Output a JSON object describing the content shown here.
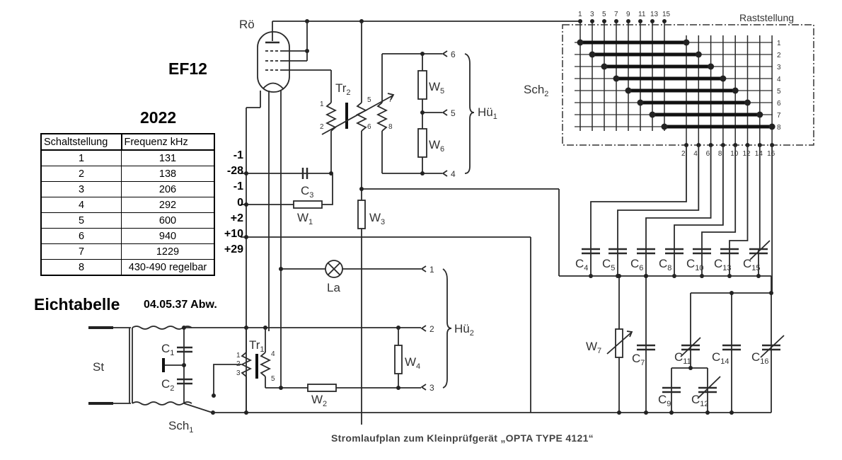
{
  "overlay": {
    "tube_type": "EF12",
    "year": "2022",
    "table_title": "Eichtabelle",
    "table_subtitle": "04.05.37 Abw."
  },
  "calibration_table": {
    "headers": [
      "Schaltstellung",
      "Frequenz kHz"
    ],
    "rows": [
      {
        "position": "1",
        "frequency": "131",
        "deviation": "-1"
      },
      {
        "position": "2",
        "frequency": "138",
        "deviation": "-28"
      },
      {
        "position": "3",
        "frequency": "206",
        "deviation": "-1"
      },
      {
        "position": "4",
        "frequency": "292",
        "deviation": "0"
      },
      {
        "position": "5",
        "frequency": "600",
        "deviation": "+2"
      },
      {
        "position": "6",
        "frequency": "940",
        "deviation": "+10"
      },
      {
        "position": "7",
        "frequency": "1229",
        "deviation": "+29"
      },
      {
        "position": "8",
        "frequency": "430-490 regelbar",
        "deviation": ""
      }
    ]
  },
  "schematic": {
    "caption": "Stromlaufplan zum Kleinprüfgerät „OPTA TYPE 4121“",
    "tube_label": "Rö",
    "switch_matrix": {
      "label": "Sch",
      "label_sub": "2",
      "title": "Raststellung",
      "top_pins": [
        "1",
        "3",
        "5",
        "7",
        "9",
        "11",
        "13",
        "15"
      ],
      "bottom_pins": [
        "2",
        "4",
        "6",
        "8",
        "10",
        "12",
        "14",
        "16"
      ],
      "row_numbers": [
        "1",
        "2",
        "3",
        "4",
        "5",
        "6",
        "7",
        "8"
      ]
    },
    "transformers": [
      {
        "label": "Tr",
        "sub": "2",
        "pins": [
          "1",
          "2",
          "5",
          "6",
          "7",
          "8"
        ]
      },
      {
        "label": "Tr",
        "sub": "1",
        "pins": [
          "1",
          "2",
          "3",
          "4",
          "5"
        ]
      }
    ],
    "resistors": [
      {
        "label": "W",
        "sub": "1"
      },
      {
        "label": "W",
        "sub": "2"
      },
      {
        "label": "W",
        "sub": "3"
      },
      {
        "label": "W",
        "sub": "4"
      },
      {
        "label": "W",
        "sub": "5"
      },
      {
        "label": "W",
        "sub": "6"
      },
      {
        "label": "W",
        "sub": "7"
      }
    ],
    "capacitors": [
      {
        "label": "C",
        "sub": "1"
      },
      {
        "label": "C",
        "sub": "2"
      },
      {
        "label": "C",
        "sub": "3"
      },
      {
        "label": "C",
        "sub": "4"
      },
      {
        "label": "C",
        "sub": "5"
      },
      {
        "label": "C",
        "sub": "6"
      },
      {
        "label": "C",
        "sub": "7"
      },
      {
        "label": "C",
        "sub": "8"
      },
      {
        "label": "C",
        "sub": "9"
      },
      {
        "label": "C",
        "sub": "10"
      },
      {
        "label": "C",
        "sub": "11"
      },
      {
        "label": "C",
        "sub": "12"
      },
      {
        "label": "C",
        "sub": "13"
      },
      {
        "label": "C",
        "sub": "14"
      },
      {
        "label": "C",
        "sub": "15"
      },
      {
        "label": "C",
        "sub": "16"
      }
    ],
    "lamp_label": "La",
    "plug_label": "St",
    "switch1_label": "Sch",
    "switch1_sub": "1",
    "socket_groups": [
      {
        "label": "Hü",
        "sub": "1",
        "terminals": [
          "6",
          "5",
          "4"
        ]
      },
      {
        "label": "Hü",
        "sub": "2",
        "terminals": [
          "1",
          "2",
          "3"
        ]
      }
    ]
  }
}
